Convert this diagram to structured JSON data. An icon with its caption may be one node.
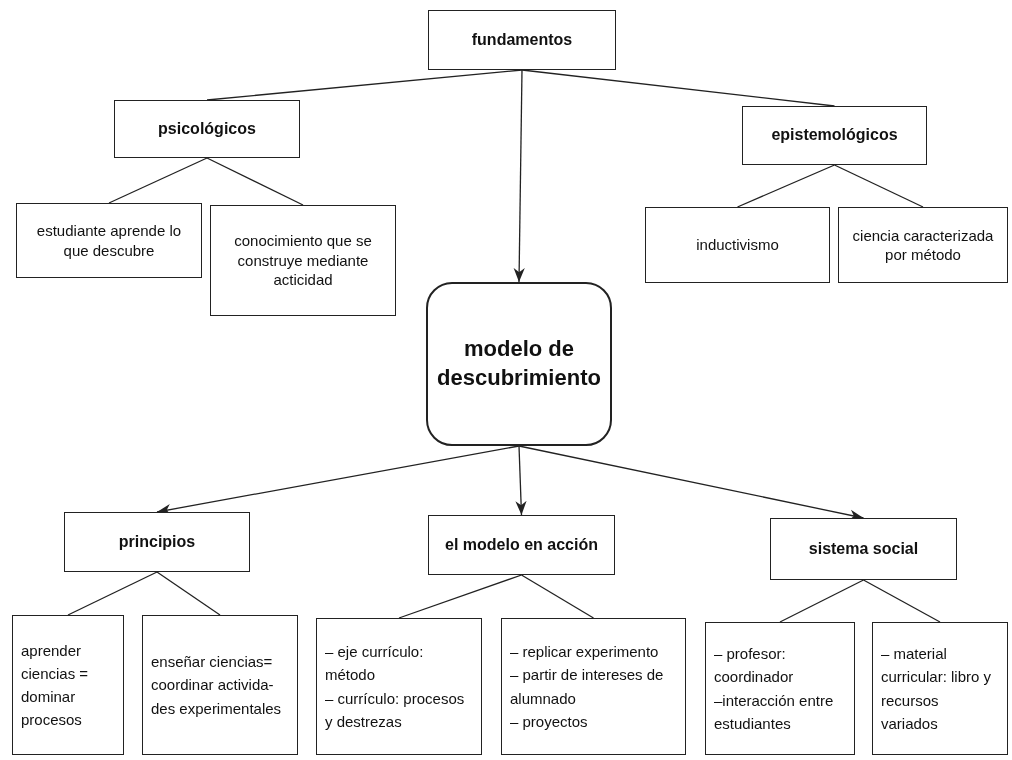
{
  "diagram": {
    "nodes": [
      {
        "text": [
          "fundamentos"
        ]
      },
      {
        "text": [
          "psicológicos"
        ]
      },
      {
        "text": [
          "epistemológicos"
        ]
      },
      {
        "text": [
          "estudiante aprende lo que descubre"
        ]
      },
      {
        "text": [
          "conocimiento que se construye mediante acticidad"
        ]
      },
      {
        "text": [
          "inductivismo"
        ]
      },
      {
        "text": [
          "ciencia caracterizada por método"
        ]
      },
      {
        "text": [
          "modelo de descubrimiento"
        ]
      },
      {
        "text": [
          "principios"
        ]
      },
      {
        "text": [
          "el modelo en acción"
        ]
      },
      {
        "text": [
          "sistema social"
        ]
      },
      {
        "text": [
          "aprender ciencias = dominar procesos"
        ]
      },
      {
        "text": [
          "enseñar ciencias= coordinar activida- des experimentales"
        ]
      },
      {
        "text": [
          "– eje currículo: método",
          "– currículo: procesos y destrezas"
        ]
      },
      {
        "text": [
          "– replicar experimento",
          "– partir de intereses de alumnado",
          "– proyectos"
        ]
      },
      {
        "text": [
          "– profesor: coordinador",
          "–interacción entre estudiantes"
        ]
      },
      {
        "text": [
          "– material curricular: libro y recursos variados"
        ]
      }
    ],
    "edges": [
      {
        "from": 0,
        "to": 1,
        "arrow": "none"
      },
      {
        "from": 0,
        "to": 2,
        "arrow": "none"
      },
      {
        "from": 0,
        "to": 7,
        "arrow": "to"
      },
      {
        "from": 1,
        "to": 3,
        "arrow": "none"
      },
      {
        "from": 1,
        "to": 4,
        "arrow": "none"
      },
      {
        "from": 2,
        "to": 5,
        "arrow": "none"
      },
      {
        "from": 2,
        "to": 6,
        "arrow": "none"
      },
      {
        "from": 7,
        "to": 8,
        "arrow": "to"
      },
      {
        "from": 7,
        "to": 9,
        "arrow": "to"
      },
      {
        "from": 7,
        "to": 10,
        "arrow": "to"
      },
      {
        "from": 8,
        "to": 11,
        "arrow": "none"
      },
      {
        "from": 8,
        "to": 12,
        "arrow": "none"
      },
      {
        "from": 9,
        "to": 13,
        "arrow": "none"
      },
      {
        "from": 9,
        "to": 14,
        "arrow": "none"
      },
      {
        "from": 10,
        "to": 15,
        "arrow": "none"
      },
      {
        "from": 10,
        "to": 16,
        "arrow": "none"
      }
    ]
  }
}
